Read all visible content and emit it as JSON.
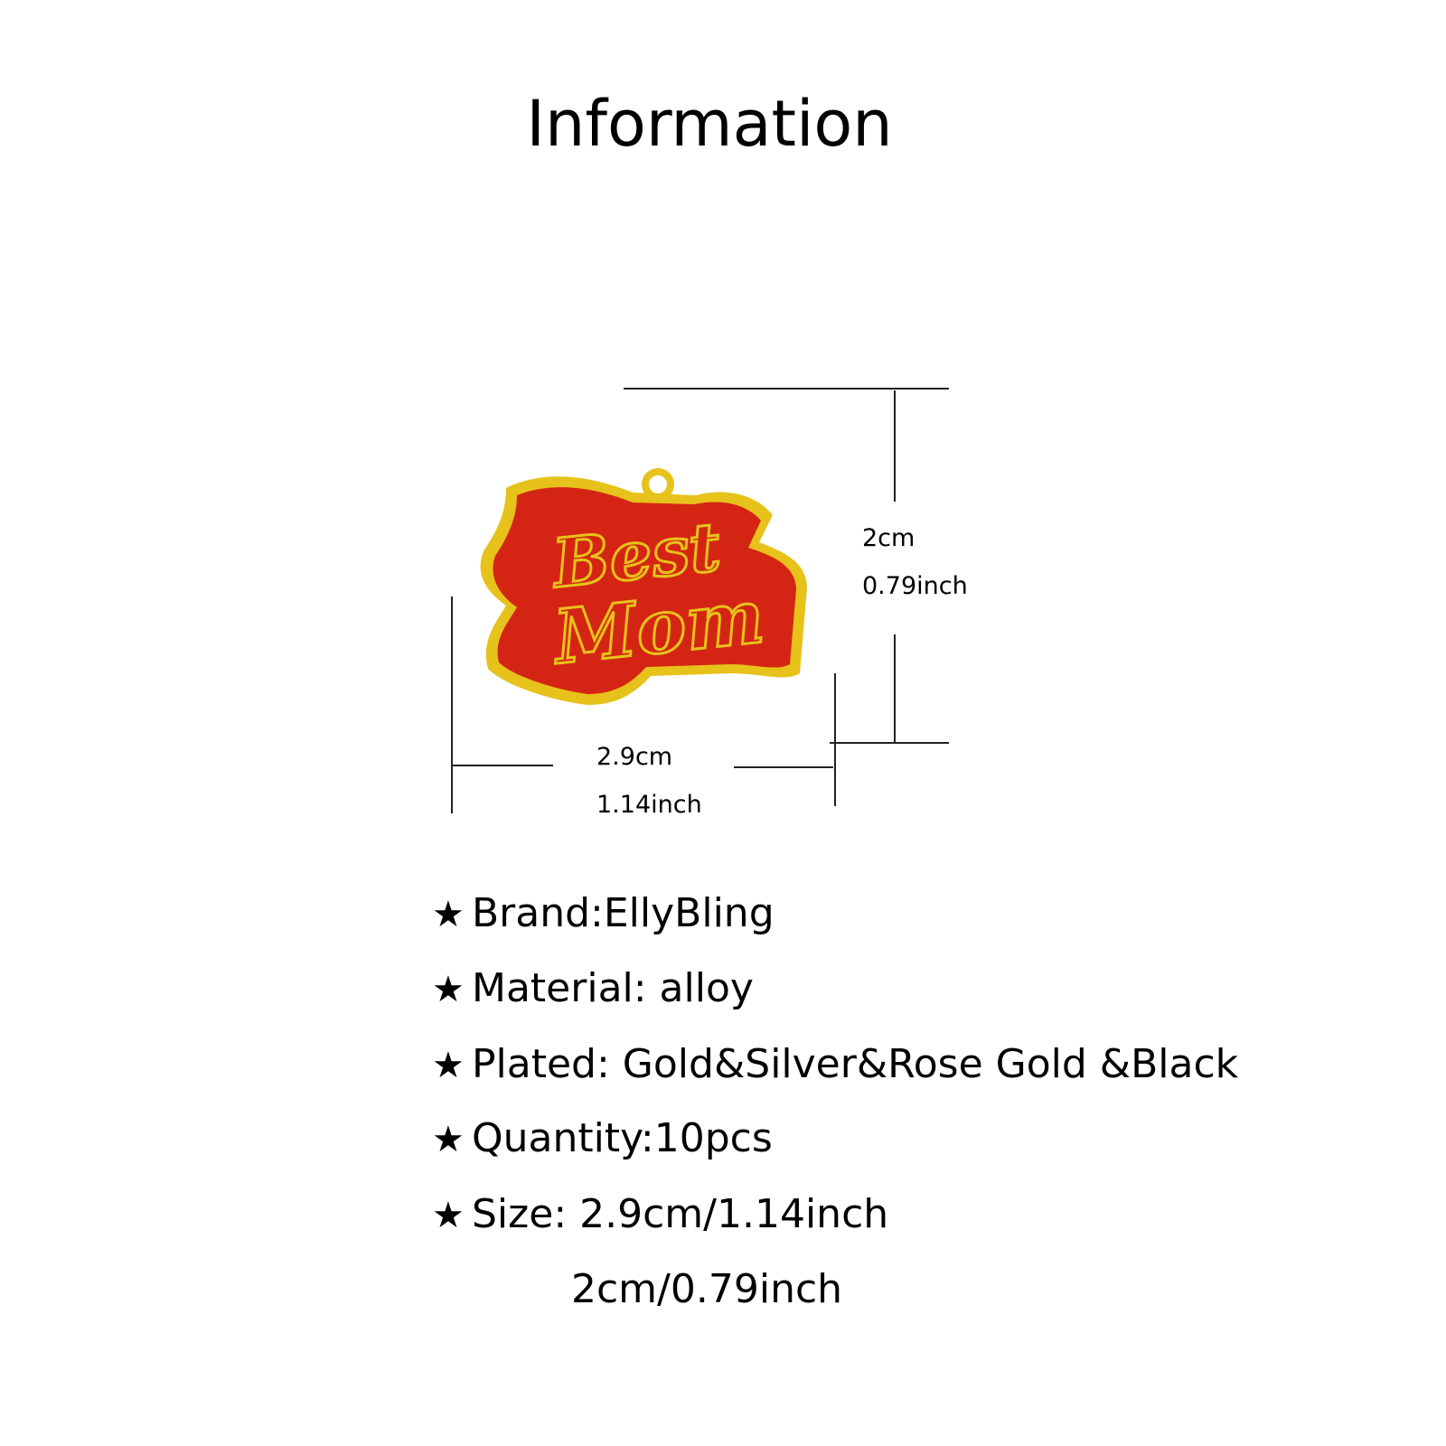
{
  "title": "Information",
  "product_image": {
    "text_line1": "Best",
    "text_line2": "Mom",
    "enamel_color": "#d42514",
    "metal_color": "#e6c21a"
  },
  "dimensions": {
    "height_cm": "2cm",
    "height_inch": "0.79inch",
    "width_cm": "2.9cm",
    "width_inch": "1.14inch"
  },
  "specs": {
    "star": "★",
    "brand": "Brand:EllyBling",
    "material": "Material: alloy",
    "plated": "Plated: Gold&Silver&Rose Gold &Black",
    "quantity": "Quantity:10pcs",
    "size_line1": "Size: 2.9cm/1.14inch",
    "size_line2": "2cm/0.79inch"
  }
}
